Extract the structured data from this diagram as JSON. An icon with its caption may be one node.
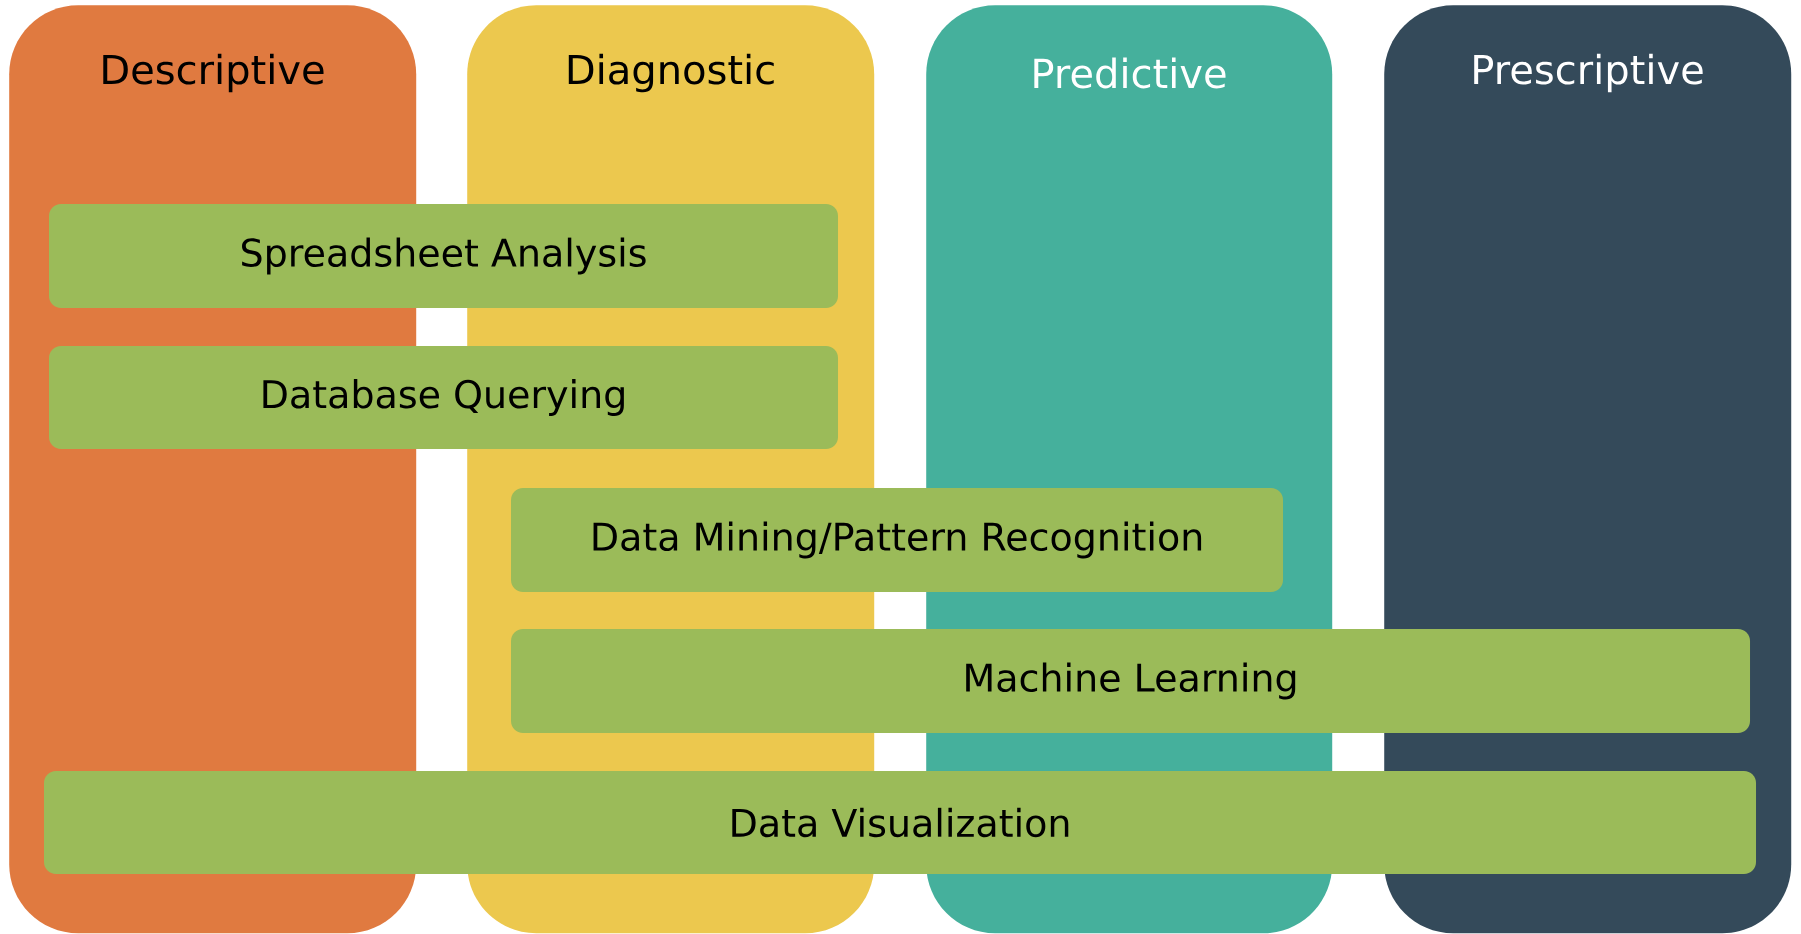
{
  "diagram": {
    "nodes": [
      {
        "text": [
          "Descriptive"
        ]
      },
      {
        "text": [
          "Diagnostic"
        ]
      },
      {
        "text": [
          "Predictive"
        ]
      },
      {
        "text": [
          "Prescriptive"
        ]
      },
      {
        "text": [
          "Spreadsheet Analysis"
        ]
      },
      {
        "text": [
          "Database Querying"
        ]
      },
      {
        "text": [
          "Data Mining/Pattern Recognition"
        ]
      },
      {
        "text": [
          "Machine Learning"
        ]
      },
      {
        "text": [
          "Data Visualization"
        ]
      }
    ]
  }
}
